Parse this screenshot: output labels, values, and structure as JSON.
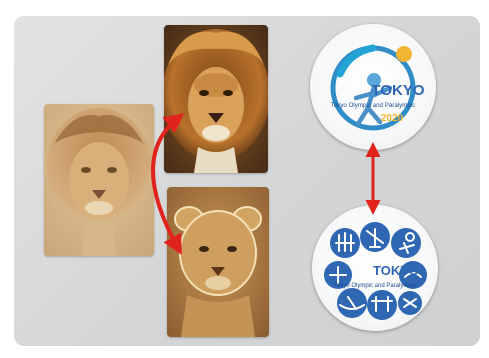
{
  "top_logo": {
    "wordmark": "TOKYO",
    "line": "Tokyo Olympic and Paralympic",
    "year": "2020"
  },
  "bottom_logo": {
    "wordmark": "TOKYO",
    "line": "Tokyo Olympic and Paralympic"
  },
  "colors": {
    "arrow": "#e0231d",
    "logo_blue": "#2f67b3",
    "cyan": "#21a3d6",
    "gold": "#f2b531"
  }
}
